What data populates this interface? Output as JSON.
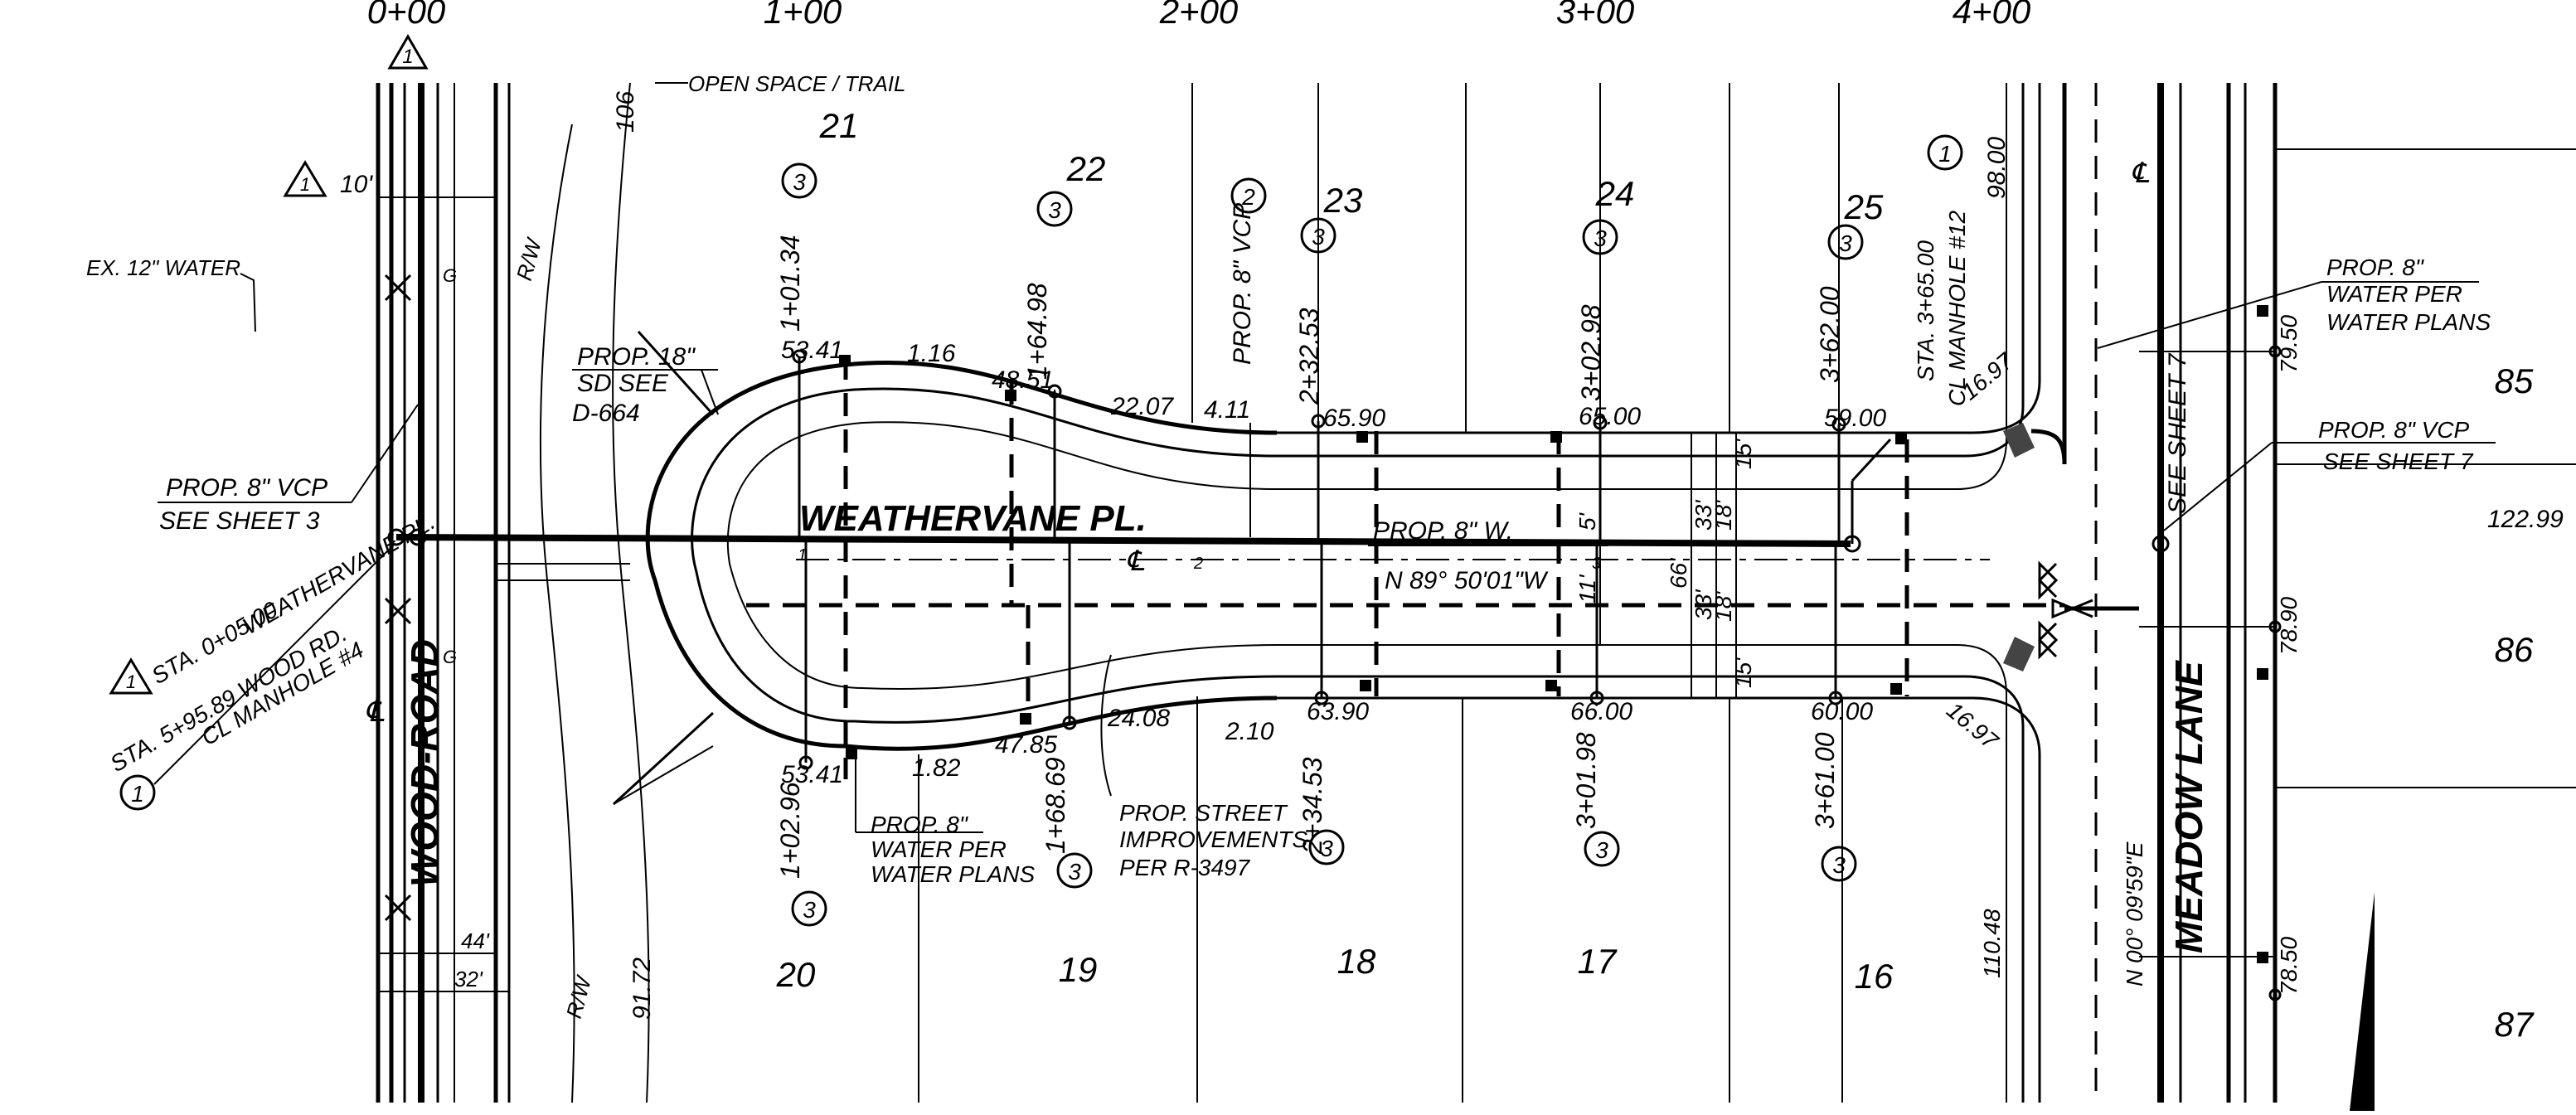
{
  "stations": [
    "0+00",
    "1+00",
    "2+00",
    "3+00",
    "4+00"
  ],
  "revision_mark": "1",
  "lots": {
    "north": [
      "21",
      "22",
      "23",
      "24",
      "25"
    ],
    "south": [
      "20",
      "19",
      "18",
      "17",
      "16"
    ],
    "east": [
      "85",
      "86",
      "87"
    ]
  },
  "east_value": "122.99",
  "roads": {
    "wood_road": "WOOD-ROAD",
    "meadow_lane": "MEADOW LANE",
    "weathervane": "WEATHERVANE PL."
  },
  "notes": {
    "open_space": "OPEN SPACE / TRAIL",
    "ex_water": "EX. 12\" WATER",
    "offset_10": "10'",
    "rw_north": "R/W",
    "rw_south": "R/W",
    "sd_line1": "PROP. 18\"",
    "sd_line2": "SD SEE",
    "sd_line3": "D-664",
    "vcp_l1": "PROP. 8\" VCP",
    "vcp_l2": "SEE SHEET 3",
    "vcp_mid": "PROP. 8\" VCP",
    "water_l1": "PROP. 8\"",
    "water_l2": "WATER PER",
    "water_l3": "WATER PLANS",
    "prop_w": "PROP. 8\" W.",
    "bearing_main": "N 89° 50'01\"W",
    "bearing_meadow": "N 00° 09'59\"E",
    "street_l1": "PROP. STREET",
    "street_l2": "IMPROVEMENTS",
    "street_l3": "PER R-3497",
    "east_water_l1": "PROP. 8\"",
    "east_water_l2": "WATER PER",
    "east_water_l3": "WATER PLANS",
    "east_vcp_l1": "PROP. 8\" VCP",
    "east_vcp_l2": "SEE SHEET 7",
    "see_sheet": "SEE SHEET 7",
    "sta_start_old": "STA. 0+05.00",
    "sta_start_strike": "00.00",
    "sta_start_street": "WEATHERVANE PL.",
    "sta_start_l2": "STA. 5+95.89 WOOD RD.",
    "sta_start_l3": "CL MANHOLE #4",
    "sta_end_l1": "STA. 3+65.00",
    "sta_end_l2": "CL MANHOLE #12",
    "val_9800": "98.00",
    "dim_44": "44'",
    "dim_32": "32'",
    "dim_66": "66'",
    "dim_33a": "33'",
    "dim_33b": "33'",
    "dim_18a": "18'",
    "dim_18b": "18'",
    "dim_15a": "15'",
    "dim_15b": "15'",
    "dim_5": "5'",
    "dim_11": "11'"
  },
  "laterals": {
    "north": [
      "1+01.34",
      "1+64.98",
      "2+32.53",
      "3+02.98",
      "3+62.00"
    ],
    "south": [
      "1+02.96",
      "1+68.69",
      "2+34.53",
      "3+01.98",
      "3+61.00"
    ]
  },
  "circles": {
    "lateral": "3",
    "vcp_2": "2",
    "manhole_1": "1",
    "start_1": "1"
  },
  "frontage": {
    "north": [
      "53.41",
      "1.16",
      "48.51",
      "22.07",
      "4.11",
      "65.90",
      "65.00",
      "59.00",
      "16.97"
    ],
    "south": [
      "53.41",
      "1.82",
      "47.85",
      "24.08",
      "2.10",
      "63.90",
      "66.00",
      "60.00",
      "16.97"
    ]
  },
  "lot_lines": {
    "west": [
      "106",
      "91.72"
    ],
    "east": [
      "110.48"
    ],
    "meadow": [
      "79.50",
      "78.90",
      "78.50"
    ]
  },
  "centerline_station_ticks": [
    "1",
    "2",
    "3"
  ]
}
